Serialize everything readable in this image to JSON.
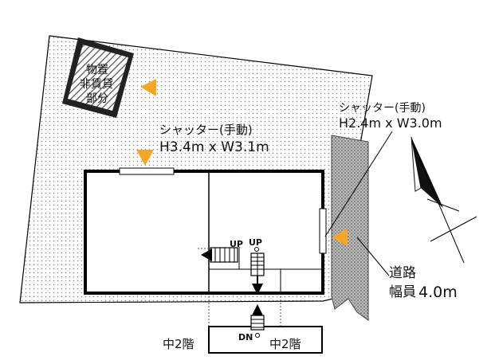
{
  "storage": {
    "lines": [
      "物置",
      "非賃貸",
      "部分"
    ]
  },
  "shutter_left": {
    "line1": "シャッター(手動)",
    "line2": "H3.4m x W3.1m"
  },
  "shutter_right": {
    "line1": "シャッター(手動)",
    "line2": "H2.4m x W3.0m"
  },
  "road": {
    "line1": "道路",
    "line2_prefix": "幅員",
    "line2_value": "4.0m"
  },
  "stairs": {
    "up_left": "UP",
    "up_right": "UP",
    "down": "DN"
  },
  "mezzanine": {
    "left": "中2階",
    "right": "中2階"
  },
  "colors": {
    "accent_arrow": "#f5a623",
    "wall": "#000000",
    "dot": "#8a8a8a",
    "road_fill": "#9a9a9a"
  }
}
